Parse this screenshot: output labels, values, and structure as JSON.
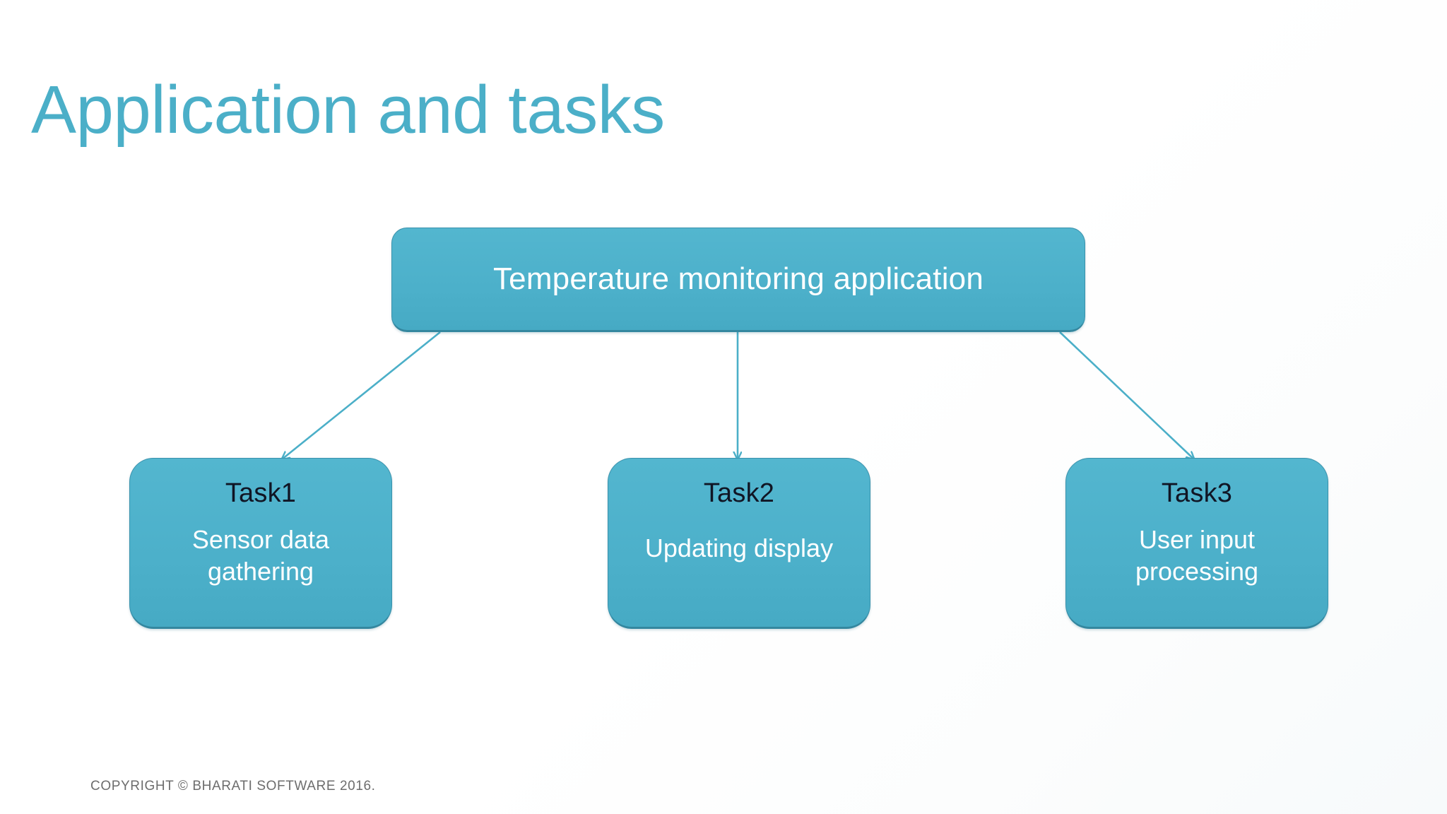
{
  "slide": {
    "title": "Application and tasks",
    "background_color": "#ffffff",
    "accent_color": "#4BAFC8",
    "node_fill_color": "#4CB0CA",
    "node_border_color": "#3A92AC",
    "connector_color": "#4BAFC8"
  },
  "diagram": {
    "root": {
      "title": "Temperature monitoring application"
    },
    "tasks": [
      {
        "name": "Task1",
        "description": "Sensor data gathering"
      },
      {
        "name": "Task2",
        "description": "Updating display"
      },
      {
        "name": "Task3",
        "description": "User input processing"
      }
    ],
    "connectors": [
      {
        "from": "root",
        "to": "Task1",
        "style": "arrow"
      },
      {
        "from": "root",
        "to": "Task2",
        "style": "arrow"
      },
      {
        "from": "root",
        "to": "Task3",
        "style": "arrow"
      }
    ]
  },
  "footer": {
    "copyright": "COPYRIGHT © BHARATI SOFTWARE 2016."
  }
}
